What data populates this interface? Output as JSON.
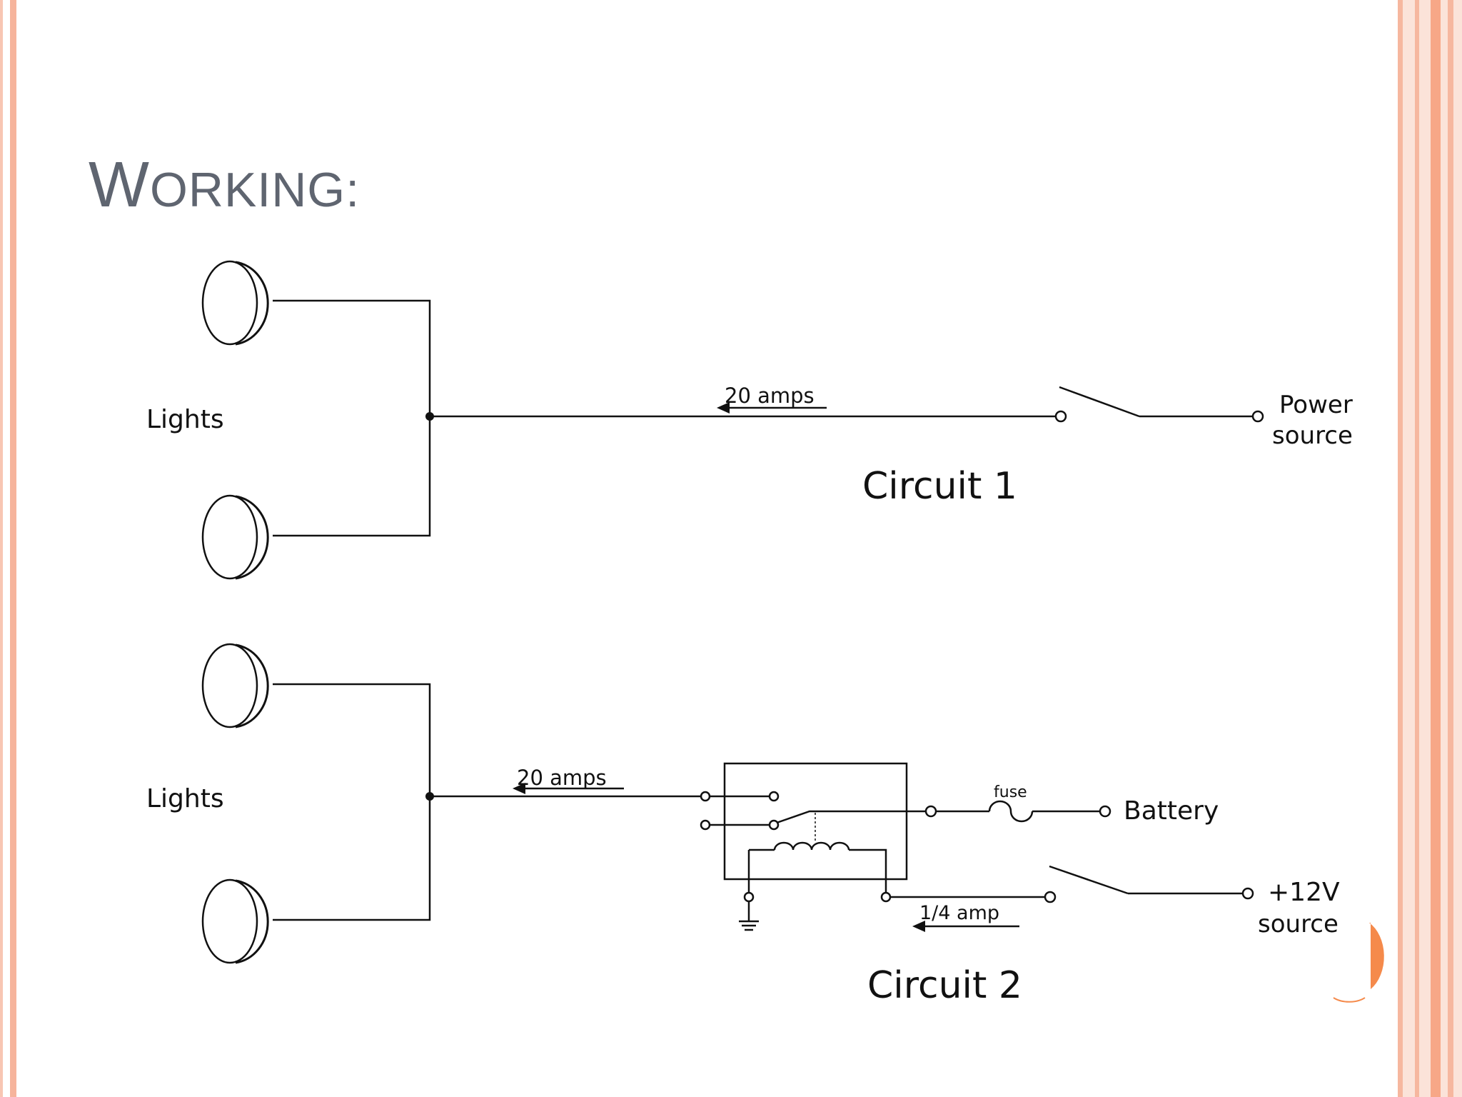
{
  "slide": {
    "title_first": "W",
    "title_rest": "ORKING:",
    "accent_color": "#f4a68c"
  },
  "circuit1": {
    "label": "Circuit 1",
    "lights_label": "Lights",
    "current_label": "20 amps",
    "source_line1": "Power",
    "source_line2": "source"
  },
  "circuit2": {
    "label": "Circuit 2",
    "lights_label": "Lights",
    "current_label": "20 amps",
    "fuse_label": "fuse",
    "battery_label": "Battery",
    "coil_current_label": "1/4 amp",
    "source_line1": "+12V",
    "source_line2": "source"
  }
}
